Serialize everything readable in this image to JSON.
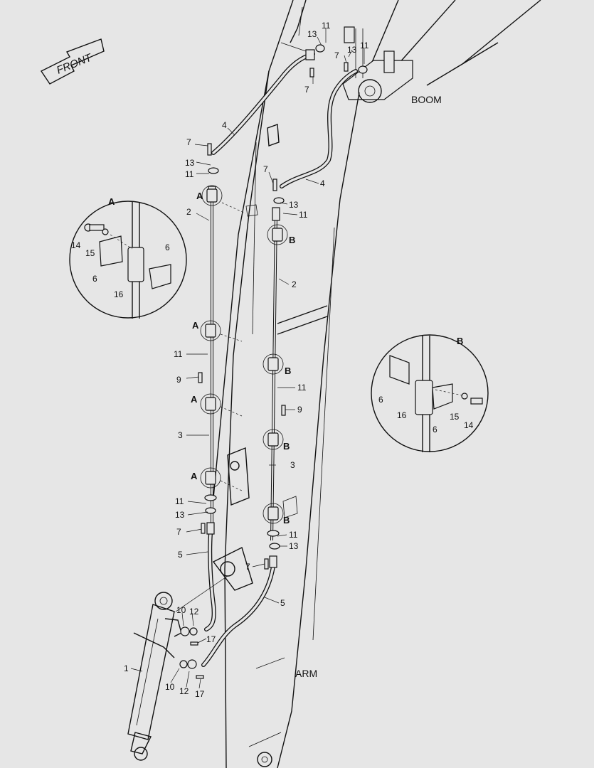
{
  "direction_label": "FRONT",
  "region_labels": {
    "boom": "BOOM",
    "arm": "ARM"
  },
  "detail_a": {
    "title": "A",
    "parts": [
      "14",
      "15",
      "6",
      "6",
      "16"
    ]
  },
  "detail_b": {
    "title": "B",
    "parts": [
      "6",
      "16",
      "6",
      "15",
      "14"
    ]
  },
  "clamp_letters": [
    "A",
    "B",
    "A",
    "B",
    "A",
    "B",
    "A",
    "B"
  ],
  "callouts": [
    "13",
    "11",
    "13",
    "11",
    "7",
    "7",
    "4",
    "7",
    "13",
    "11",
    "7",
    "13",
    "11",
    "4",
    "2",
    "2",
    "11",
    "9",
    "11",
    "9",
    "3",
    "3",
    "11",
    "13",
    "7",
    "11",
    "13",
    "7",
    "5",
    "5",
    "10",
    "12",
    "17",
    "1",
    "10",
    "12",
    "17"
  ]
}
